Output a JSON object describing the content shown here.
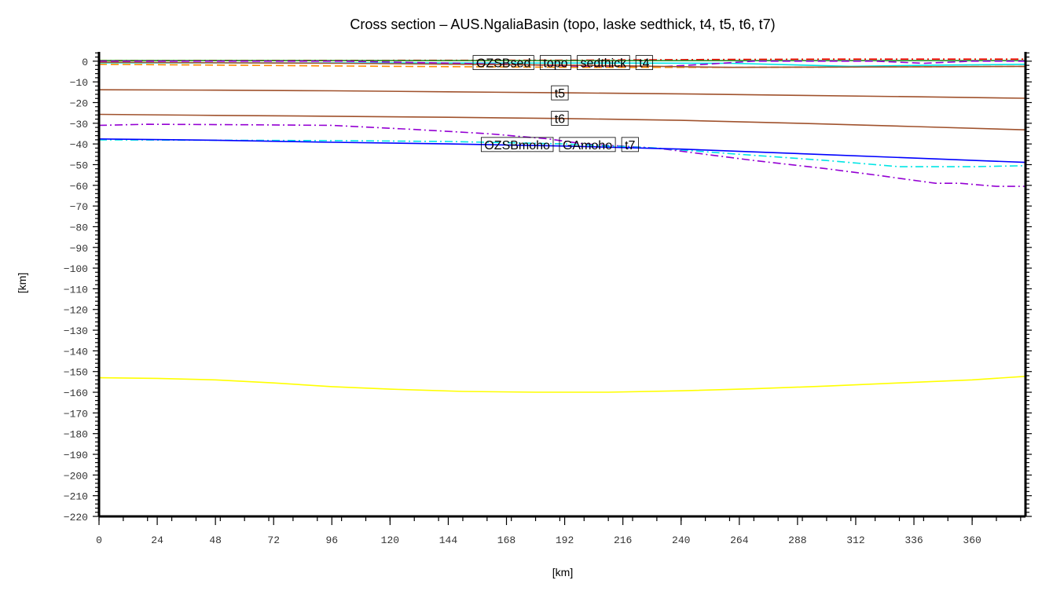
{
  "chart_data": {
    "type": "line",
    "title": "Cross section – AUS.NgaliaBasin (topo, laske sedthick, t4, t5, t6, t7)",
    "xlabel": "[km]",
    "ylabel": "[km]",
    "xlim": [
      0,
      382
    ],
    "ylim": [
      -220,
      4.5
    ],
    "xticks": [
      0,
      24,
      48,
      72,
      96,
      120,
      144,
      168,
      192,
      216,
      240,
      264,
      288,
      312,
      336,
      360
    ],
    "yticks": [
      0,
      -10,
      -20,
      -30,
      -40,
      -50,
      -60,
      -70,
      -80,
      -90,
      -100,
      -110,
      -120,
      -130,
      -140,
      -150,
      -160,
      -170,
      -180,
      -190,
      -200,
      -210,
      -220
    ],
    "grid": false,
    "series": [
      {
        "color": "#ff0000",
        "style": "dashdot",
        "x": [
          0,
          100,
          200,
          250,
          300,
          382
        ],
        "y": [
          0.3,
          0.4,
          0.5,
          0.8,
          1.0,
          1.0
        ]
      },
      {
        "color": "#228b22",
        "style": "solid",
        "x": [
          0,
          100,
          200,
          300,
          382
        ],
        "y": [
          0.3,
          0.3,
          0.3,
          0.3,
          0.3
        ]
      },
      {
        "color": "#00e5e5",
        "style": "solid",
        "x": [
          0,
          100,
          200,
          260,
          310,
          340,
          382
        ],
        "y": [
          -0.8,
          -0.8,
          -0.9,
          -1.0,
          -2.5,
          -2.0,
          -1.5
        ]
      },
      {
        "color": "#9400d3",
        "style": "dashed",
        "x": [
          0,
          100,
          170,
          200,
          230,
          250,
          270,
          320,
          340,
          360,
          382
        ],
        "y": [
          0,
          0,
          -1.5,
          -2.5,
          -2.8,
          -1.5,
          0,
          0,
          -1.0,
          0,
          0
        ]
      },
      {
        "color": "#ff8c00",
        "style": "dashed",
        "x": [
          0,
          60,
          120,
          200,
          260,
          320,
          382
        ],
        "y": [
          -1.5,
          -2.0,
          -2.5,
          -3.0,
          -3.0,
          -2.8,
          -2.5
        ]
      },
      {
        "color": "#a0522d",
        "style": "solid",
        "x": [
          0,
          100,
          200,
          260,
          320,
          382
        ],
        "y": [
          -0.5,
          -1.0,
          -2.0,
          -3.0,
          -2.8,
          -2.5
        ]
      },
      {
        "color": "#a0522d",
        "style": "solid",
        "x": [
          0,
          48,
          96,
          144,
          192,
          240,
          288,
          336,
          382
        ],
        "y": [
          -13.8,
          -14.0,
          -14.3,
          -14.8,
          -15.3,
          -15.8,
          -16.5,
          -17.2,
          -17.9
        ]
      },
      {
        "color": "#a0522d",
        "style": "solid",
        "x": [
          0,
          48,
          96,
          144,
          192,
          240,
          288,
          336,
          382
        ],
        "y": [
          -25.7,
          -26.2,
          -26.6,
          -27.1,
          -27.7,
          -28.6,
          -30.0,
          -31.6,
          -33.2
        ]
      },
      {
        "color": "#9400d3",
        "style": "dashdot",
        "x": [
          0,
          20,
          60,
          96,
          130,
          160,
          185,
          200,
          230,
          250,
          270,
          300,
          320,
          345,
          355,
          370,
          382
        ],
        "y": [
          -31,
          -30.5,
          -30.7,
          -31,
          -33,
          -35,
          -37.5,
          -40,
          -42,
          -45,
          -48,
          -52,
          -55,
          -59,
          -59,
          -60.5,
          -60.5
        ]
      },
      {
        "color": "#00e5e5",
        "style": "dashdot",
        "x": [
          0,
          48,
          96,
          144,
          192,
          230,
          264,
          300,
          330,
          360,
          382
        ],
        "y": [
          -38,
          -38.2,
          -38.4,
          -38.8,
          -40,
          -42,
          -45,
          -48,
          -51,
          -51,
          -50.5
        ]
      },
      {
        "color": "#0000ff",
        "style": "solid",
        "x": [
          0,
          48,
          96,
          144,
          192,
          240,
          300,
          340,
          382
        ],
        "y": [
          -37.6,
          -38.2,
          -39.2,
          -40.0,
          -41.0,
          -42.5,
          -45.2,
          -47.0,
          -48.9
        ]
      },
      {
        "color": "#ffff00",
        "style": "solid",
        "x": [
          0,
          24,
          48,
          72,
          96,
          120,
          150,
          180,
          210,
          240,
          270,
          300,
          330,
          360,
          382
        ],
        "y": [
          -153,
          -153.3,
          -154,
          -155.5,
          -157.3,
          -158.5,
          -159.6,
          -160,
          -160,
          -159.3,
          -158.3,
          -157,
          -155.5,
          -154,
          -152.3
        ]
      }
    ],
    "annotations": [
      {
        "text": "OZSBsed",
        "x": 190,
        "y": 0.3
      },
      {
        "text": "topo",
        "x": 192,
        "y": 0
      },
      {
        "text": "sedthick",
        "x": 193,
        "y": -0.5
      },
      {
        "text": "t4",
        "x": 190,
        "y": -2.5
      },
      {
        "text": "t5",
        "x": 190,
        "y": -15.3
      },
      {
        "text": "t6",
        "x": 190,
        "y": -27.6
      },
      {
        "text": "OZSBmoho",
        "x": 190,
        "y": -38.5
      },
      {
        "text": "GAmoho",
        "x": 190,
        "y": -40.8
      },
      {
        "text": "t7",
        "x": 190,
        "y": -41.5
      }
    ]
  }
}
